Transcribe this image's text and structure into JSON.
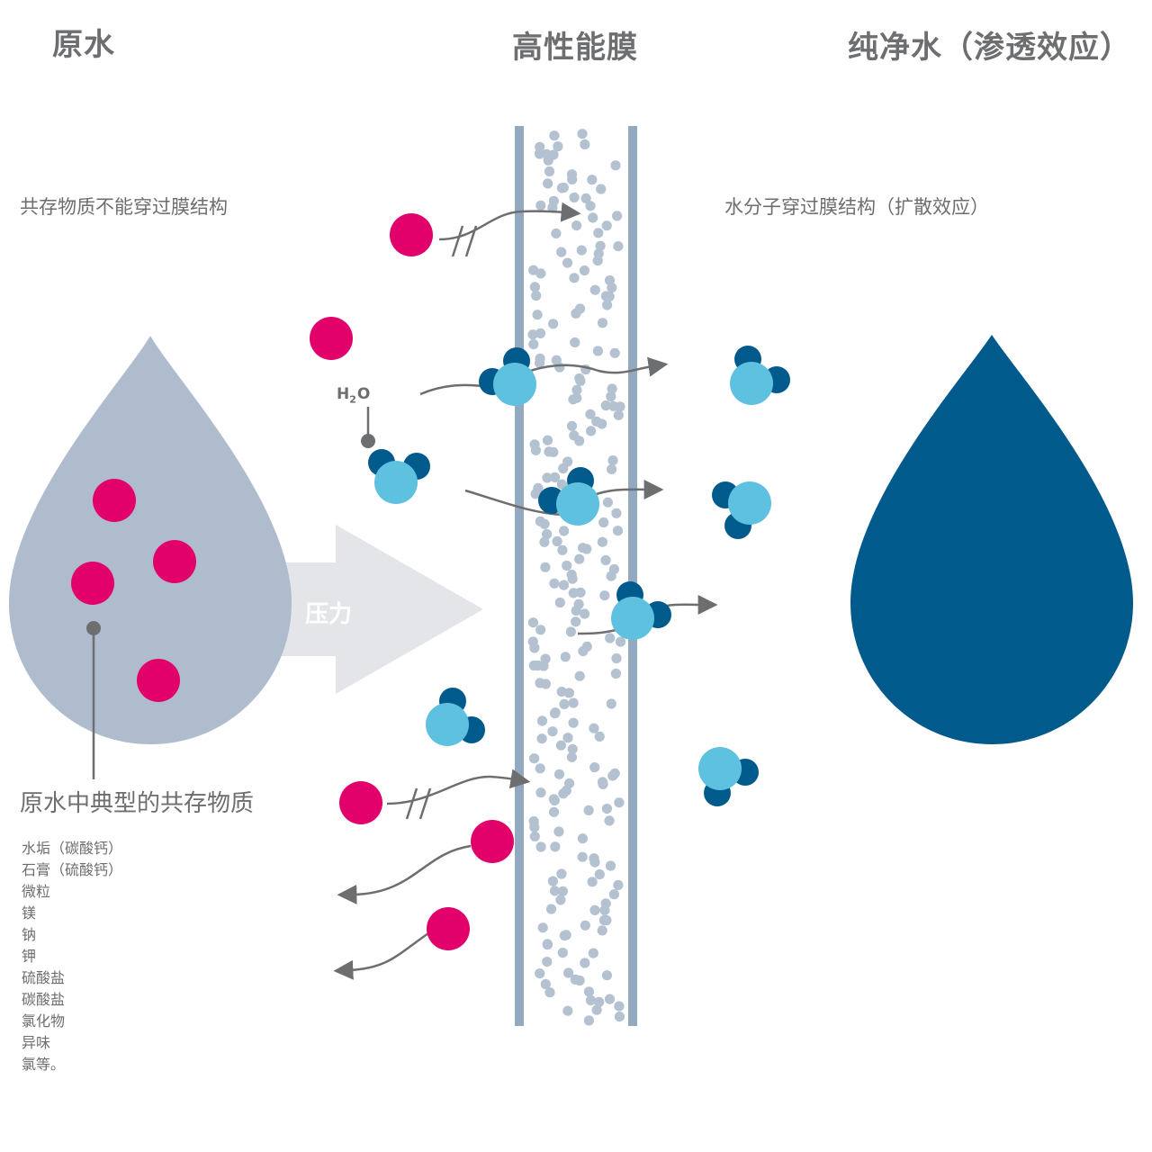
{
  "headings": {
    "raw_water": "原水",
    "membrane": "高性能膜",
    "pure_water": "纯净水（渗透效应）"
  },
  "subtitles": {
    "left": "共存物质不能穿过膜结构",
    "right": "水分子穿过膜结构（扩散效应）"
  },
  "pressure_label": "压力",
  "molecule_label": {
    "main": "H",
    "sub": "2",
    "tail": "O"
  },
  "coexisting_caption": "原水中典型的共存物质",
  "coexisting_items": [
    "水垢（碳酸钙）",
    "石膏（硫酸钙）",
    "微粒",
    "镁",
    "钠",
    "钾",
    "硫酸盐",
    "碳酸盐",
    "氯化物",
    "异味",
    "氯等。"
  ],
  "colors": {
    "impurity": "#e2006a",
    "water_oxygen": "#5ec1e0",
    "water_hydrogen": "#005b8c",
    "raw_drop": "#aebccd",
    "pure_drop": "#005b8c",
    "membrane": "#93a9bf",
    "pressure_arrow": "#e3e5e8",
    "text": "#6d6e70"
  }
}
